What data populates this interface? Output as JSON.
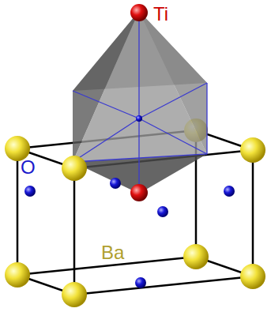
{
  "diagram": {
    "labels": [
      "Ti",
      "O",
      "Ba"
    ]
  }
}
